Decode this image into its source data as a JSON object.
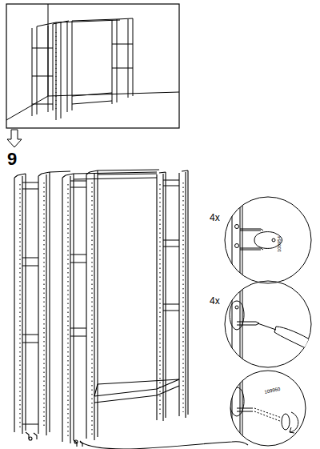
{
  "diagram": {
    "labels": [
      "9",
      "4x",
      "4x",
      "100954",
      "109960"
    ]
  }
}
